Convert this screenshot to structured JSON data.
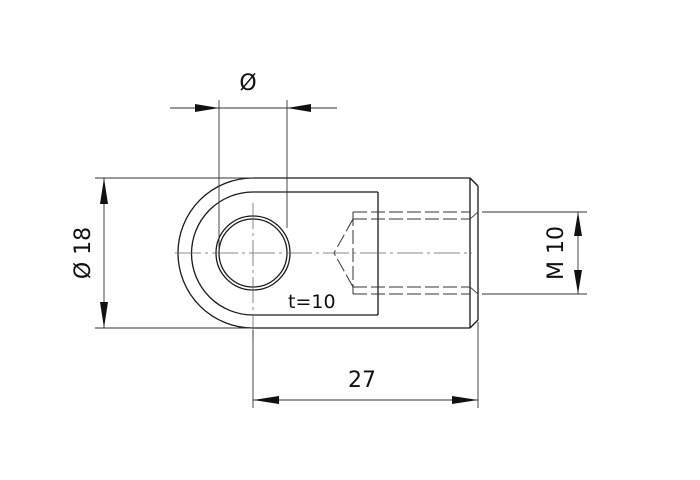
{
  "drawing": {
    "part": "eye-end / clevis eye with internal thread",
    "dimensions": {
      "hole_diameter_label": "Ø",
      "outer_diameter_label": "Ø 18",
      "thread_label": "M 10",
      "length_label": "27",
      "thickness_label": "t=10"
    },
    "colors": {
      "line": "#1a1a1a",
      "background": "#ffffff"
    }
  }
}
